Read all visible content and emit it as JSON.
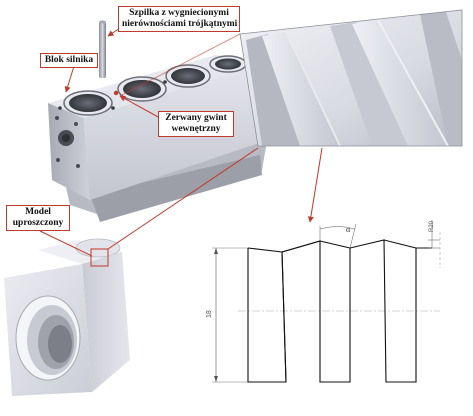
{
  "labels": {
    "stud": [
      "Szpilka z wygniecionymi",
      "nierówności­ami trójkątnymi"
    ],
    "block": "Blok silnika",
    "thread": [
      "Zerwany gwint",
      "wewnętrzny"
    ],
    "model": [
      "Model",
      "uproszczony"
    ]
  },
  "dimensions": {
    "height": "18",
    "pitch": "R20",
    "angle": "α"
  },
  "colors": {
    "accent": "#c0392b",
    "metal": "#dfe1ea",
    "metal_dark": "#8a8c96"
  }
}
